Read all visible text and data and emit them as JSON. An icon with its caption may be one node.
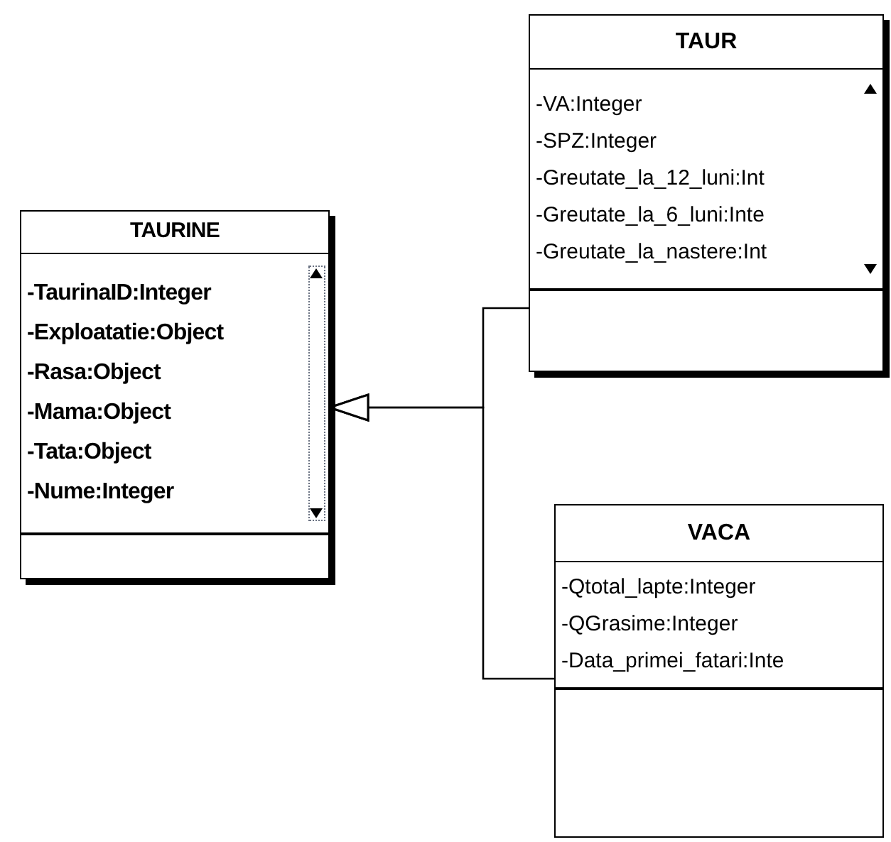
{
  "diagram": {
    "nodes": [
      {
        "text": [
          "TAURINE",
          "-TaurinaID:Integer",
          "-Exploatatie:Object",
          "-Rasa:Object",
          "-Mama:Object",
          "-Tata:Object",
          "-Nume:Integer"
        ]
      },
      {
        "text": [
          "TAUR",
          "-VA:Integer",
          "-SPZ:Integer",
          "-Greutate_la_12_luni:Int",
          "-Greutate_la_6_luni:Inte",
          "-Greutate_la_nastere:Int"
        ]
      },
      {
        "text": [
          "VACA",
          "-Qtotal_lapte:Integer",
          "-QGrasime:Integer",
          "-Data_primei_fatari:Inte"
        ]
      }
    ],
    "edges": [
      {
        "from": 1,
        "to": 0,
        "arrow": "to"
      },
      {
        "from": 2,
        "to": 0,
        "arrow": "to"
      }
    ]
  }
}
